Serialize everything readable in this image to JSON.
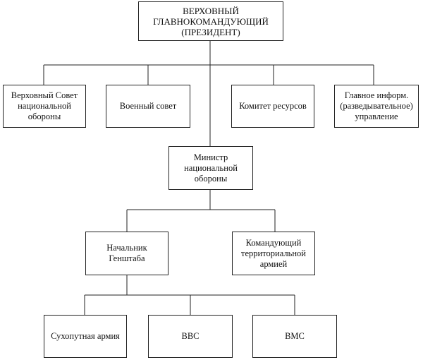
{
  "nodes": {
    "commander": "ВЕРХОВНЫЙ\nГЛАВНОКОМАНДУЮЩИЙ\n(ПРЕЗИДЕНТ)",
    "supreme_council": "Верховный Совет\nнациональной\nобороны",
    "military_council": "Военный совет",
    "resources_committee": "Комитет ресурсов",
    "intelligence": "Главное информ.\n(разведывательное)\nуправление",
    "minister": "Министр\nнациональной\nобороны",
    "chief_of_staff": "Начальник\nГенштаба",
    "territorial_commander": "Командующий\nтерриториальной\nармией",
    "ground_forces": "Сухопутная армия",
    "air_force": "ВВС",
    "navy": "ВМС"
  }
}
